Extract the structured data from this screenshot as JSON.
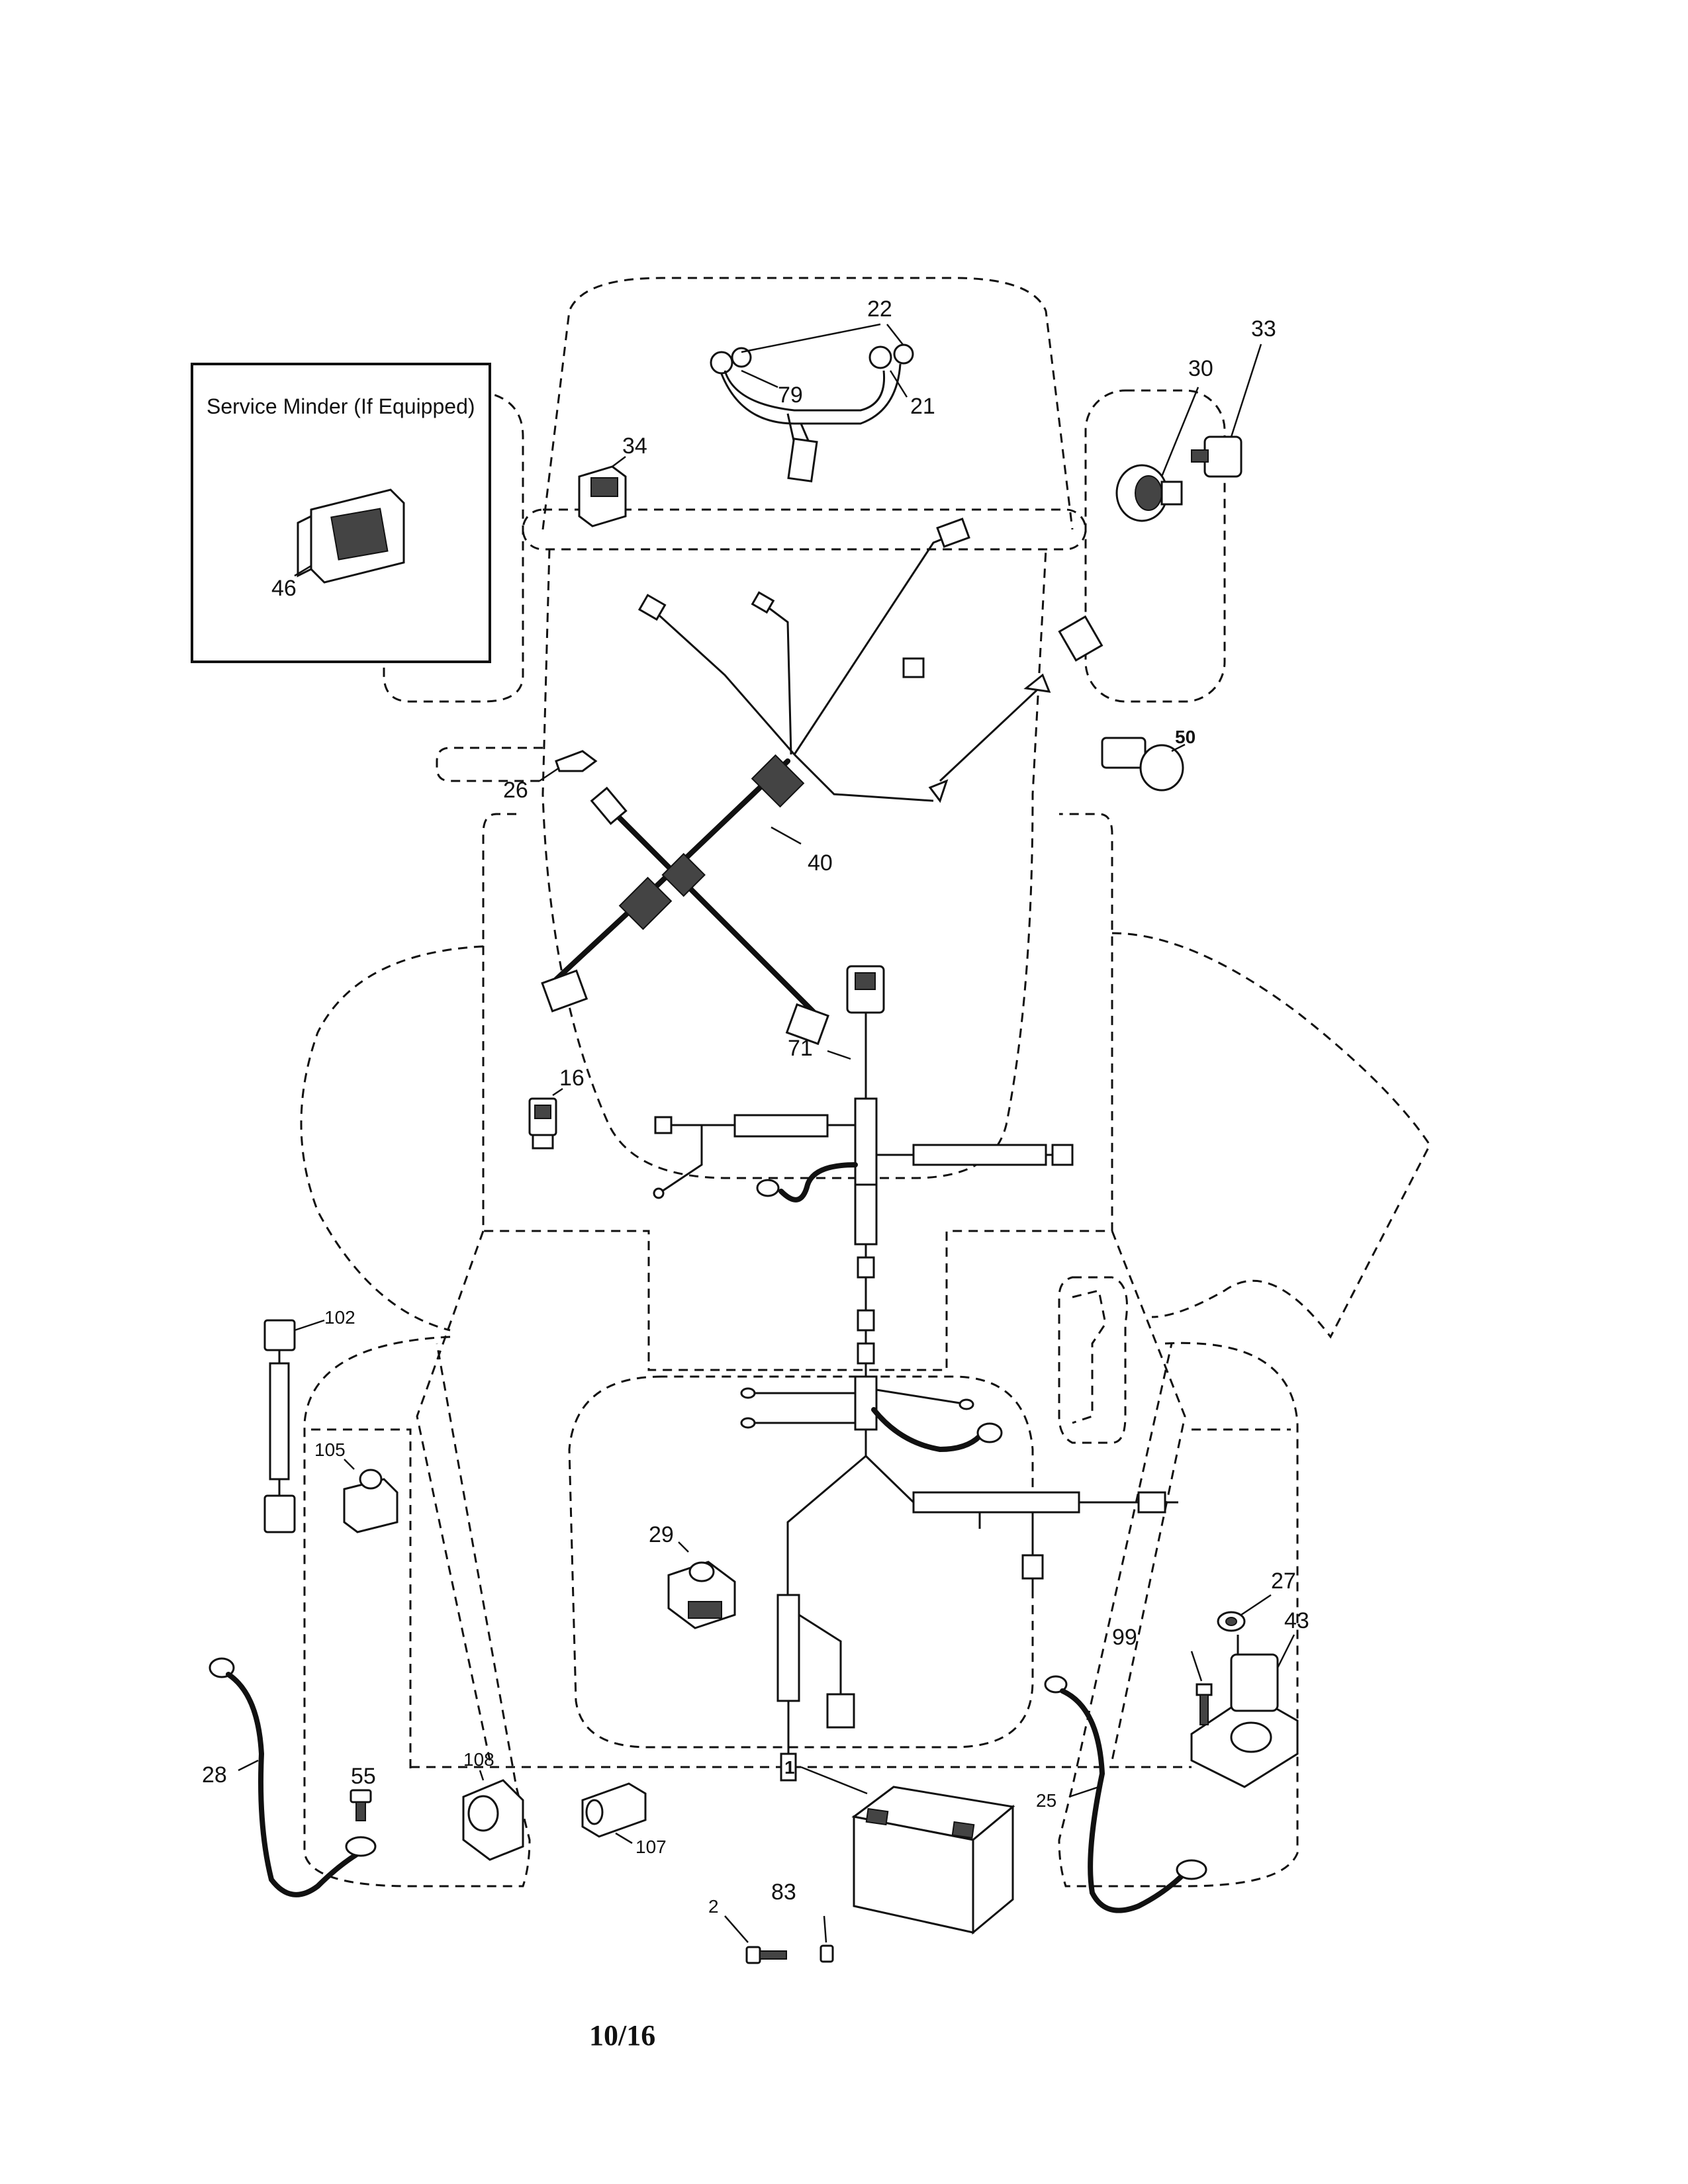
{
  "inset": {
    "title": "Service Minder (If Equipped)",
    "callout": "46"
  },
  "callouts": [
    {
      "id": "c22",
      "label": "22"
    },
    {
      "id": "c79",
      "label": "79"
    },
    {
      "id": "c21",
      "label": "21"
    },
    {
      "id": "c33",
      "label": "33"
    },
    {
      "id": "c30",
      "label": "30"
    },
    {
      "id": "c34",
      "label": "34"
    },
    {
      "id": "c50",
      "label": "50"
    },
    {
      "id": "c26",
      "label": "26"
    },
    {
      "id": "c40",
      "label": "40"
    },
    {
      "id": "c71",
      "label": "71"
    },
    {
      "id": "c16",
      "label": "16"
    },
    {
      "id": "c102",
      "label": "102"
    },
    {
      "id": "c105",
      "label": "105"
    },
    {
      "id": "c29",
      "label": "29"
    },
    {
      "id": "c27",
      "label": "27"
    },
    {
      "id": "c43",
      "label": "43"
    },
    {
      "id": "c99",
      "label": "99"
    },
    {
      "id": "c28",
      "label": "28"
    },
    {
      "id": "c55",
      "label": "55"
    },
    {
      "id": "c108",
      "label": "108"
    },
    {
      "id": "c107",
      "label": "107"
    },
    {
      "id": "c1",
      "label": "1"
    },
    {
      "id": "c25",
      "label": "25"
    },
    {
      "id": "c2",
      "label": "2"
    },
    {
      "id": "c83",
      "label": "83"
    }
  ],
  "page_number": "10/16"
}
